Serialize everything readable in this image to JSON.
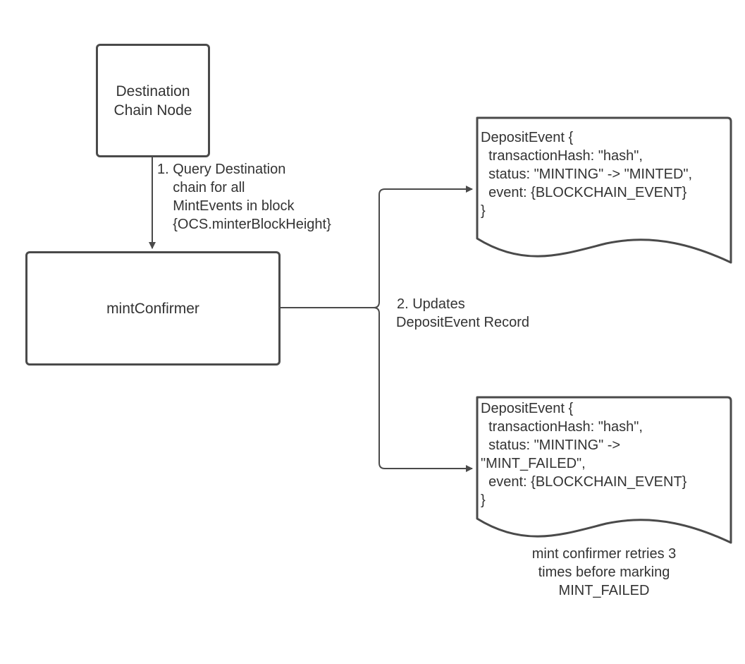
{
  "nodes": {
    "destination_chain_node": {
      "lines": [
        "Destination",
        "Chain Node"
      ]
    },
    "mint_confirmer": {
      "lines": [
        "mintConfirmer"
      ]
    }
  },
  "edges": {
    "query_label": {
      "lines": [
        "1. Query Destination",
        "    chain for all",
        "    MintEvents in block",
        "    {OCS.minterBlockHeight}"
      ]
    },
    "update_label": {
      "lines": [
        "2. Updates",
        "DepositEvent Record"
      ]
    }
  },
  "documents": {
    "minted": {
      "lines": [
        "DepositEvent {",
        "  transactionHash: \"hash\",",
        "  status: \"MINTING\" -> \"MINTED\",",
        "  event: {BLOCKCHAIN_EVENT}",
        "}"
      ]
    },
    "failed": {
      "lines": [
        "DepositEvent {",
        "  transactionHash: \"hash\",",
        "  status: \"MINTING\" ->",
        "\"MINT_FAILED\",",
        "  event: {BLOCKCHAIN_EVENT}",
        "}"
      ]
    }
  },
  "notes": {
    "retry_note": {
      "lines": [
        "mint confirmer retries 3",
        "times before marking",
        "MINT_FAILED"
      ]
    }
  },
  "colors": {
    "stroke": "#4a4a4a",
    "text": "#333333",
    "background": "#ffffff"
  }
}
